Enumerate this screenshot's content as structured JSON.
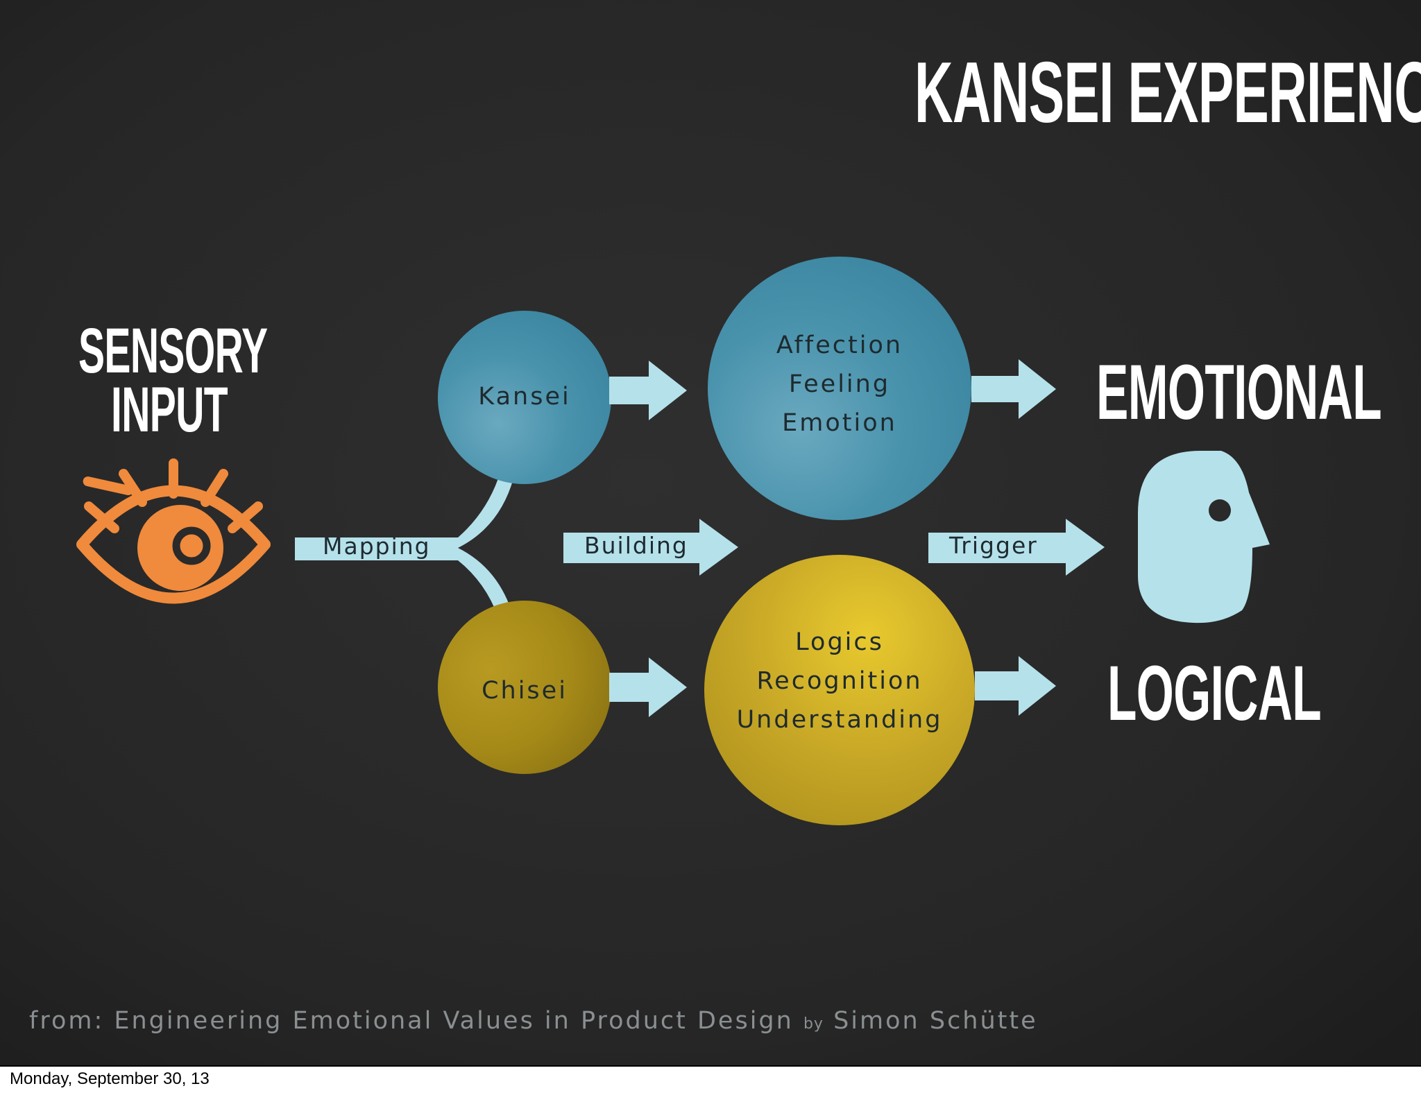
{
  "title": "KANSEI EXPERIENCE",
  "sensory_input": [
    "SENSORY",
    "INPUT"
  ],
  "circles": {
    "kansei": "Kansei",
    "chisei": "Chisei",
    "emotional_group": [
      "Affection",
      "Feeling",
      "Emotion"
    ],
    "logical_group": [
      "Logics",
      "Recognition",
      "Understanding"
    ]
  },
  "arrows": {
    "mapping": "Mapping",
    "building": "Building",
    "trigger": "Trigger"
  },
  "outcomes": {
    "emotional": "EMOTIONAL",
    "logical": "LOGICAL"
  },
  "credit": {
    "prefix": "from: Engineering Emotional Values in Product Design",
    "by": "by",
    "author": "Simon Schütte"
  },
  "footer_date": "Monday, September 30, 13",
  "colors": {
    "background": "#2a2a2a",
    "blue_circle": "#4a93ad",
    "yellow_circle": "#c7a726",
    "olive_circle": "#a68a18",
    "arrow": "#b5e1ea",
    "eye": "#f08a3c",
    "head": "#b5e1ea"
  },
  "icons": [
    "eye-icon",
    "head-icon"
  ]
}
